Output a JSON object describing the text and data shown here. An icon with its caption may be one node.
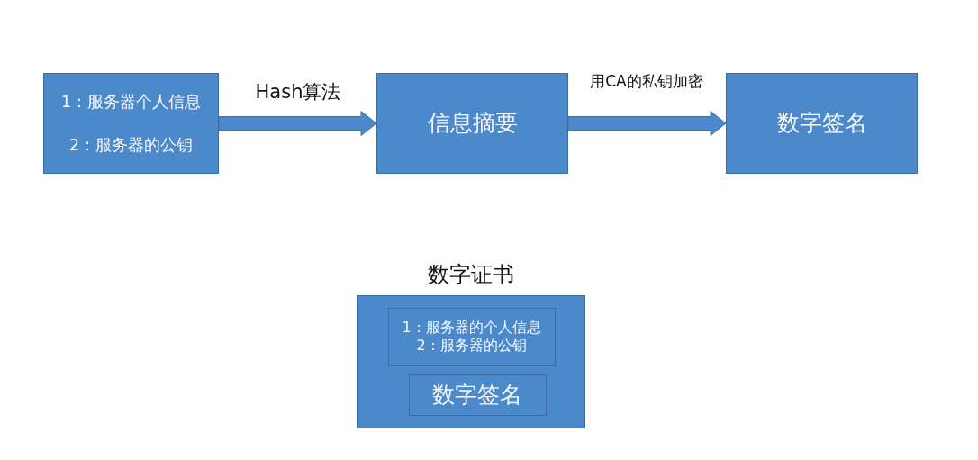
{
  "diagram": {
    "nodes": [
      {
        "text": [
          "1：服务器个人信息",
          "2：服务器的公钥"
        ]
      },
      {
        "text": [
          "信息摘要"
        ]
      },
      {
        "text": [
          "数字签名"
        ]
      },
      {
        "text": [
          "数字证书"
        ]
      },
      {
        "text": [
          "1：服务器的个人信息",
          "2：服务器的公钥"
        ],
        "in": 3
      },
      {
        "text": [
          "数字签名"
        ],
        "in": 3
      }
    ],
    "edges": [
      {
        "from": 0,
        "to": 1,
        "arrow": "to",
        "label": "Hash算法",
        "style": "thick"
      },
      {
        "from": 1,
        "to": 2,
        "arrow": "to",
        "label": "用CA的私钥加密",
        "style": "thick"
      }
    ]
  }
}
